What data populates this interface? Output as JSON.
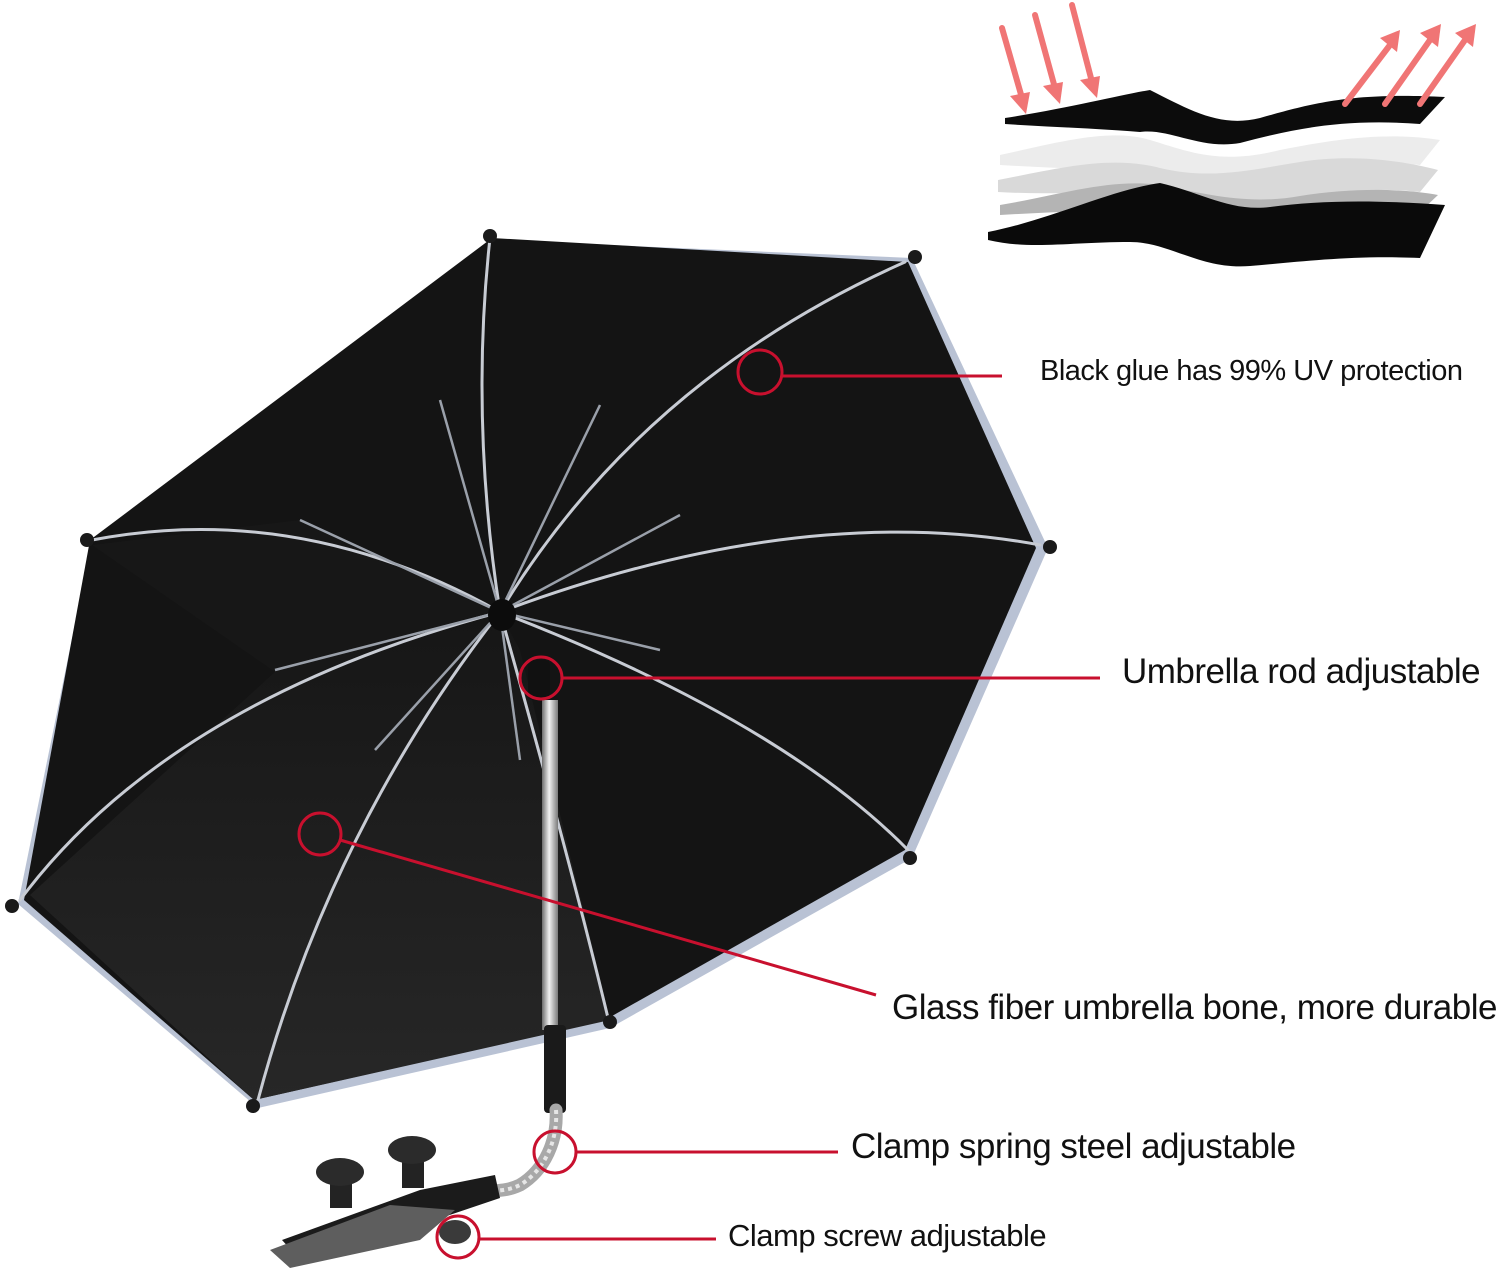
{
  "annotations": {
    "uv_protection": "Black glue has 99% UV protection",
    "rod": "Umbrella rod adjustable",
    "bone": "Glass fiber umbrella bone, more durable",
    "spring": "Clamp spring steel adjustable",
    "screw": "Clamp screw adjustable"
  },
  "colors": {
    "callout_red": "#c8102e",
    "arrow_pink": "#f07575",
    "canopy_black": "#141414",
    "canopy_edge": "#b9c2d4"
  },
  "icons": {
    "uv_in": "arrow-down-right-icon",
    "uv_out": "arrow-up-right-icon"
  }
}
